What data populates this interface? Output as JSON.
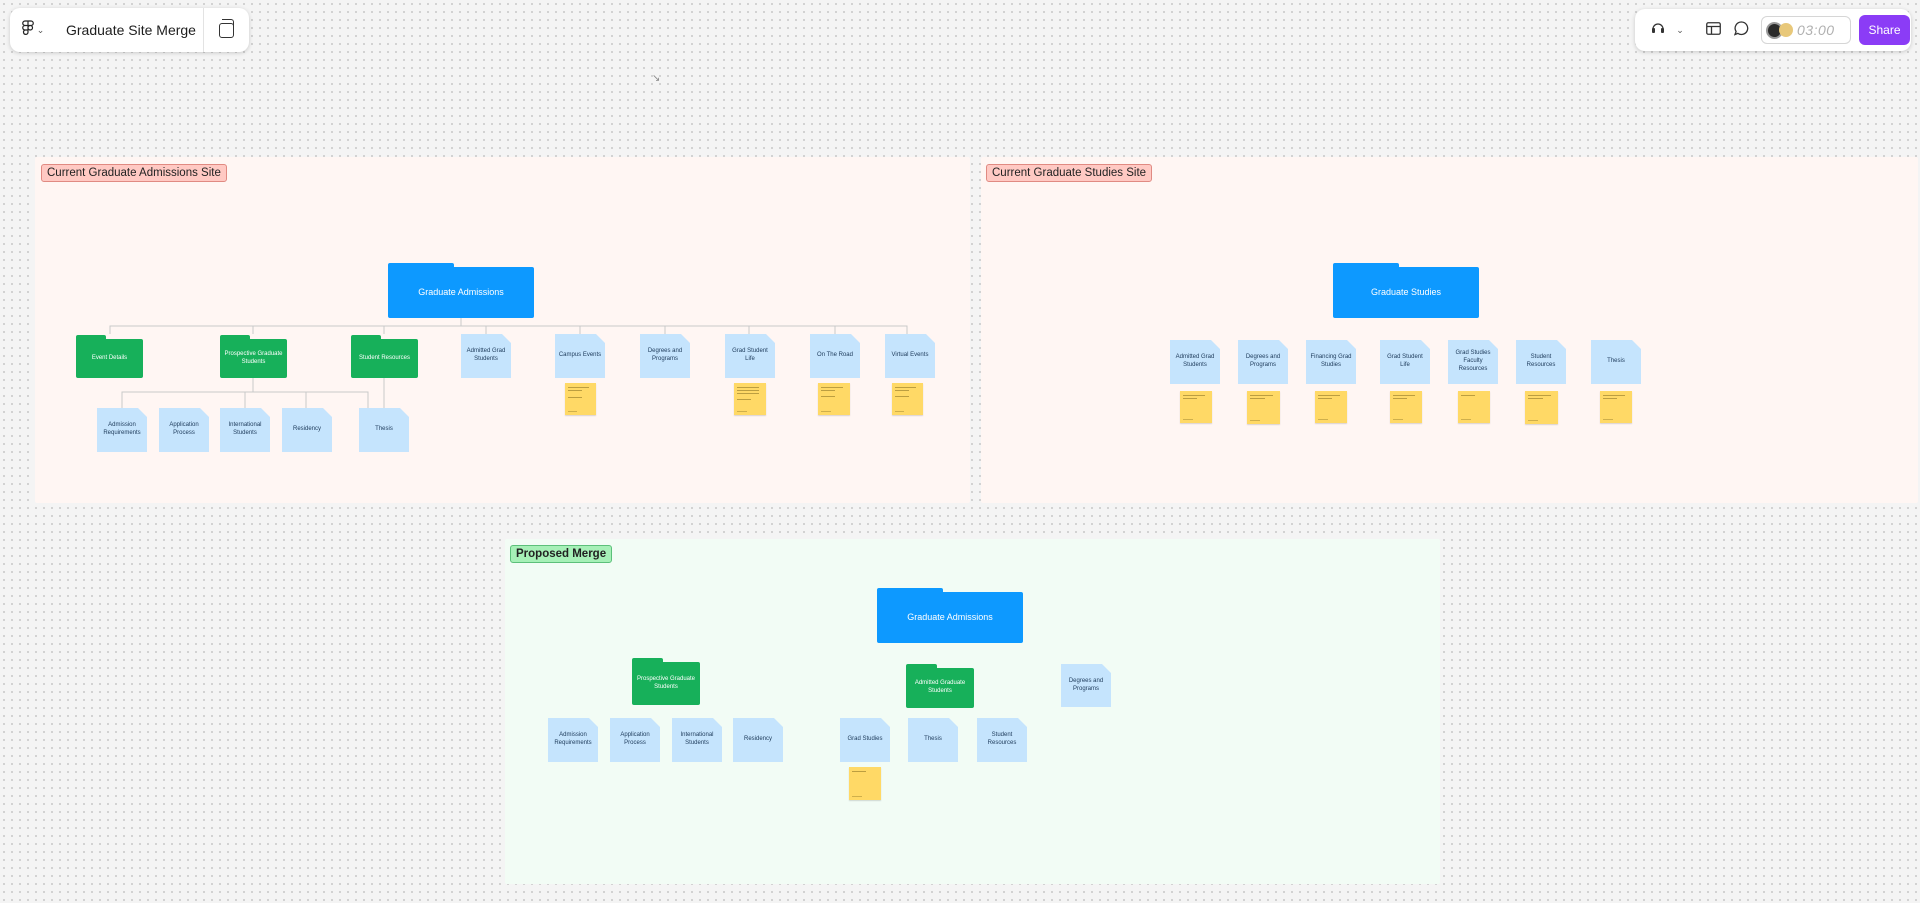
{
  "app": {
    "file_title": "Graduate Site Merge",
    "share_label": "Share",
    "timer": "03:00"
  },
  "icons": {
    "logo": "figjam-logo-icon",
    "chevron": "chevron-down-icon",
    "pages": "pages-icon",
    "layout": "layout-icon",
    "comment": "comment-icon",
    "audio": "audio-chat-icon"
  },
  "colors": {
    "accent": "#8b3cf6",
    "folder_blue": "#0d99ff",
    "folder_green": "#17b05a",
    "page_blue": "#c5e4fd",
    "sticky_yellow": "#ffd966"
  },
  "sections": {
    "admissions": {
      "label": "Current Graduate Admissions Site",
      "root": "Graduate Admissions",
      "event_details": "Event Details",
      "prospective": "Prospective Graduate Students",
      "student_resources": "Student Resources",
      "admitted": "Admitted Grad Students",
      "campus_events": "Campus Events",
      "degrees": "Degrees and Programs",
      "grad_life": "Grad Student Life",
      "on_the_road": "On The Road",
      "virtual_events": "Virtual Events",
      "admission_req": "Admission Requirements",
      "application": "Application Process",
      "international": "International Students",
      "residency": "Residency",
      "thesis": "Thesis"
    },
    "studies": {
      "label": "Current Graduate Studies Site",
      "root": "Graduate Studies",
      "admitted": "Admitted Grad Students",
      "degrees": "Degrees and Programs",
      "financing": "Financing Grad Studies",
      "grad_life": "Grad Student Life",
      "faculty": "Grad Studies Faculty Resources",
      "student_resources": "Student Resources",
      "thesis": "Thesis"
    },
    "merge": {
      "label": "Proposed Merge",
      "root": "Graduate Admissions",
      "prospective": "Prospective Graduate Students",
      "admitted": "Admitted Graduate Students",
      "degrees": "Degrees and Programs",
      "admission_req": "Admission Requirements",
      "application": "Application Process",
      "international": "International Students",
      "residency": "Residency",
      "grad_studies": "Grad Studies",
      "thesis": "Thesis",
      "student_resources": "Student Resources"
    }
  }
}
